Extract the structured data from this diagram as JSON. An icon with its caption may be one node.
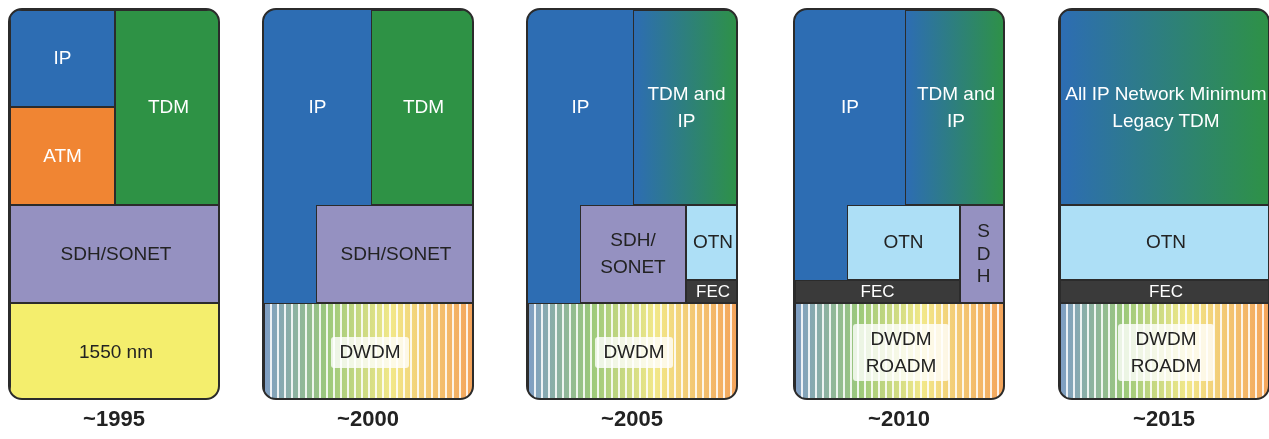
{
  "diagram": {
    "nodes": [
      {
        "text": [
          "~1995"
        ]
      },
      {
        "text": [
          "IP"
        ],
        "in": 0
      },
      {
        "text": [
          "TDM"
        ],
        "in": 0
      },
      {
        "text": [
          "ATM"
        ],
        "in": 0
      },
      {
        "text": [
          "SDH/SONET"
        ],
        "in": 0
      },
      {
        "text": [
          "1550 nm"
        ],
        "in": 0
      },
      {
        "text": [
          "~2000"
        ]
      },
      {
        "text": [
          "IP"
        ],
        "in": 6
      },
      {
        "text": [
          "TDM"
        ],
        "in": 6
      },
      {
        "text": [
          "SDH/SONET"
        ],
        "in": 6
      },
      {
        "text": [
          "DWDM"
        ],
        "in": 6
      },
      {
        "text": [
          "~2005"
        ]
      },
      {
        "text": [
          "IP"
        ],
        "in": 11
      },
      {
        "text": [
          "TDM and IP"
        ],
        "in": 11
      },
      {
        "text": [
          "SDH/ SONET"
        ],
        "in": 11
      },
      {
        "text": [
          "OTN"
        ],
        "in": 11
      },
      {
        "text": [
          "FEC"
        ],
        "in": 11
      },
      {
        "text": [
          "DWDM"
        ],
        "in": 11
      },
      {
        "text": [
          "~2010"
        ]
      },
      {
        "text": [
          "IP"
        ],
        "in": 18
      },
      {
        "text": [
          "TDM and IP"
        ],
        "in": 18
      },
      {
        "text": [
          "OTN"
        ],
        "in": 18
      },
      {
        "text": [
          "S D H"
        ],
        "in": 18
      },
      {
        "text": [
          "FEC"
        ],
        "in": 18
      },
      {
        "text": [
          "DWDM ROADM"
        ],
        "in": 18
      },
      {
        "text": [
          "~2015"
        ]
      },
      {
        "text": [
          "All IP Network Minimum Legacy TDM"
        ],
        "in": 25
      },
      {
        "text": [
          "OTN"
        ],
        "in": 25
      },
      {
        "text": [
          "FEC"
        ],
        "in": 25
      },
      {
        "text": [
          "DWDM ROADM"
        ],
        "in": 25
      }
    ],
    "edges": []
  }
}
